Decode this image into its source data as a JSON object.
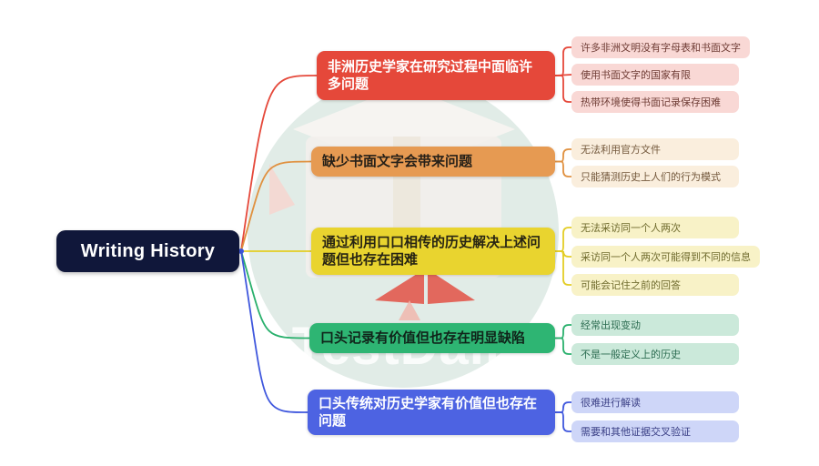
{
  "root": {
    "label": "Writing History"
  },
  "watermark": {
    "text": "TestDaily"
  },
  "colors": {
    "root_bg": "#10173a",
    "connection_dot": "#3f57dd",
    "watermark_circle": "#e1ece7",
    "watermark_red": "#e2473b"
  },
  "branches": [
    {
      "label": "非洲历史学家在研究过程中面临许多问题",
      "color": "#e5483a",
      "child_bg": "#f9d8d5",
      "children": [
        "许多非洲文明没有字母表和书面文字",
        "使用书面文字的国家有限",
        "热带环境使得书面记录保存困难"
      ]
    },
    {
      "label": "缺少书面文字会带来问题",
      "color": "#e09140",
      "child_bg": "#faeedd",
      "children": [
        "无法利用官方文件",
        "只能猜测历史上人们的行为模式"
      ]
    },
    {
      "label": "通过利用口口相传的历史解决上述问题但也存在困难",
      "color": "#e3cd25",
      "child_bg": "#f8f2c7",
      "children": [
        "无法采访同一个人两次",
        "采访同一个人两次可能得到不同的信息",
        "可能会记住之前的回答"
      ]
    },
    {
      "label": "口头记录有价值但也存在明显缺陷",
      "color": "#29b06c",
      "child_bg": "#cbe9da",
      "children": [
        "经常出现变动",
        "不是一般定义上的历史"
      ]
    },
    {
      "label": "口头传统对历史学家有价值但也存在问题",
      "color": "#3f57dd",
      "child_bg": "#ced6f8",
      "children": [
        "很难进行解读",
        "需要和其他证据交叉验证"
      ]
    }
  ]
}
